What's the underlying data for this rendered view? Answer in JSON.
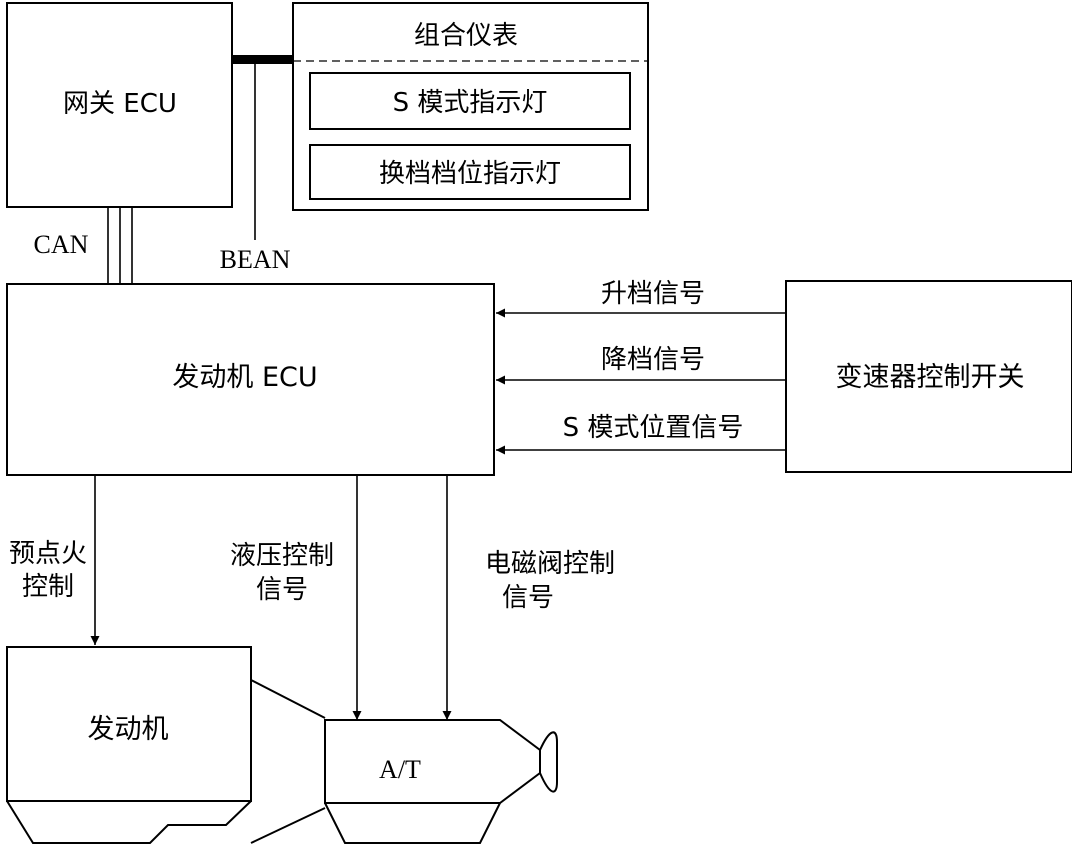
{
  "gateway": {
    "label": "网关 ECU"
  },
  "cluster": {
    "title": "组合仪表",
    "s_mode_lamp": "S 模式指示灯",
    "gear_lamp": "换档档位指示灯"
  },
  "bus": {
    "can": "CAN",
    "bean": "BEAN"
  },
  "engine_ecu": {
    "label": "发动机 ECU"
  },
  "switch": {
    "label": "变速器控制开关"
  },
  "signals": {
    "upshift": "升档信号",
    "downshift": "降档信号",
    "s_mode_position": "S 模式位置信号"
  },
  "outputs": {
    "preignition_l1": "预点火",
    "preignition_l2": "控制",
    "hydraulic_l1": "液压控制",
    "hydraulic_l2": "信号",
    "solenoid_l1": "电磁阀控制",
    "solenoid_l2": "信号"
  },
  "engine": {
    "label": "发动机"
  },
  "transmission": {
    "label": "A/T"
  }
}
